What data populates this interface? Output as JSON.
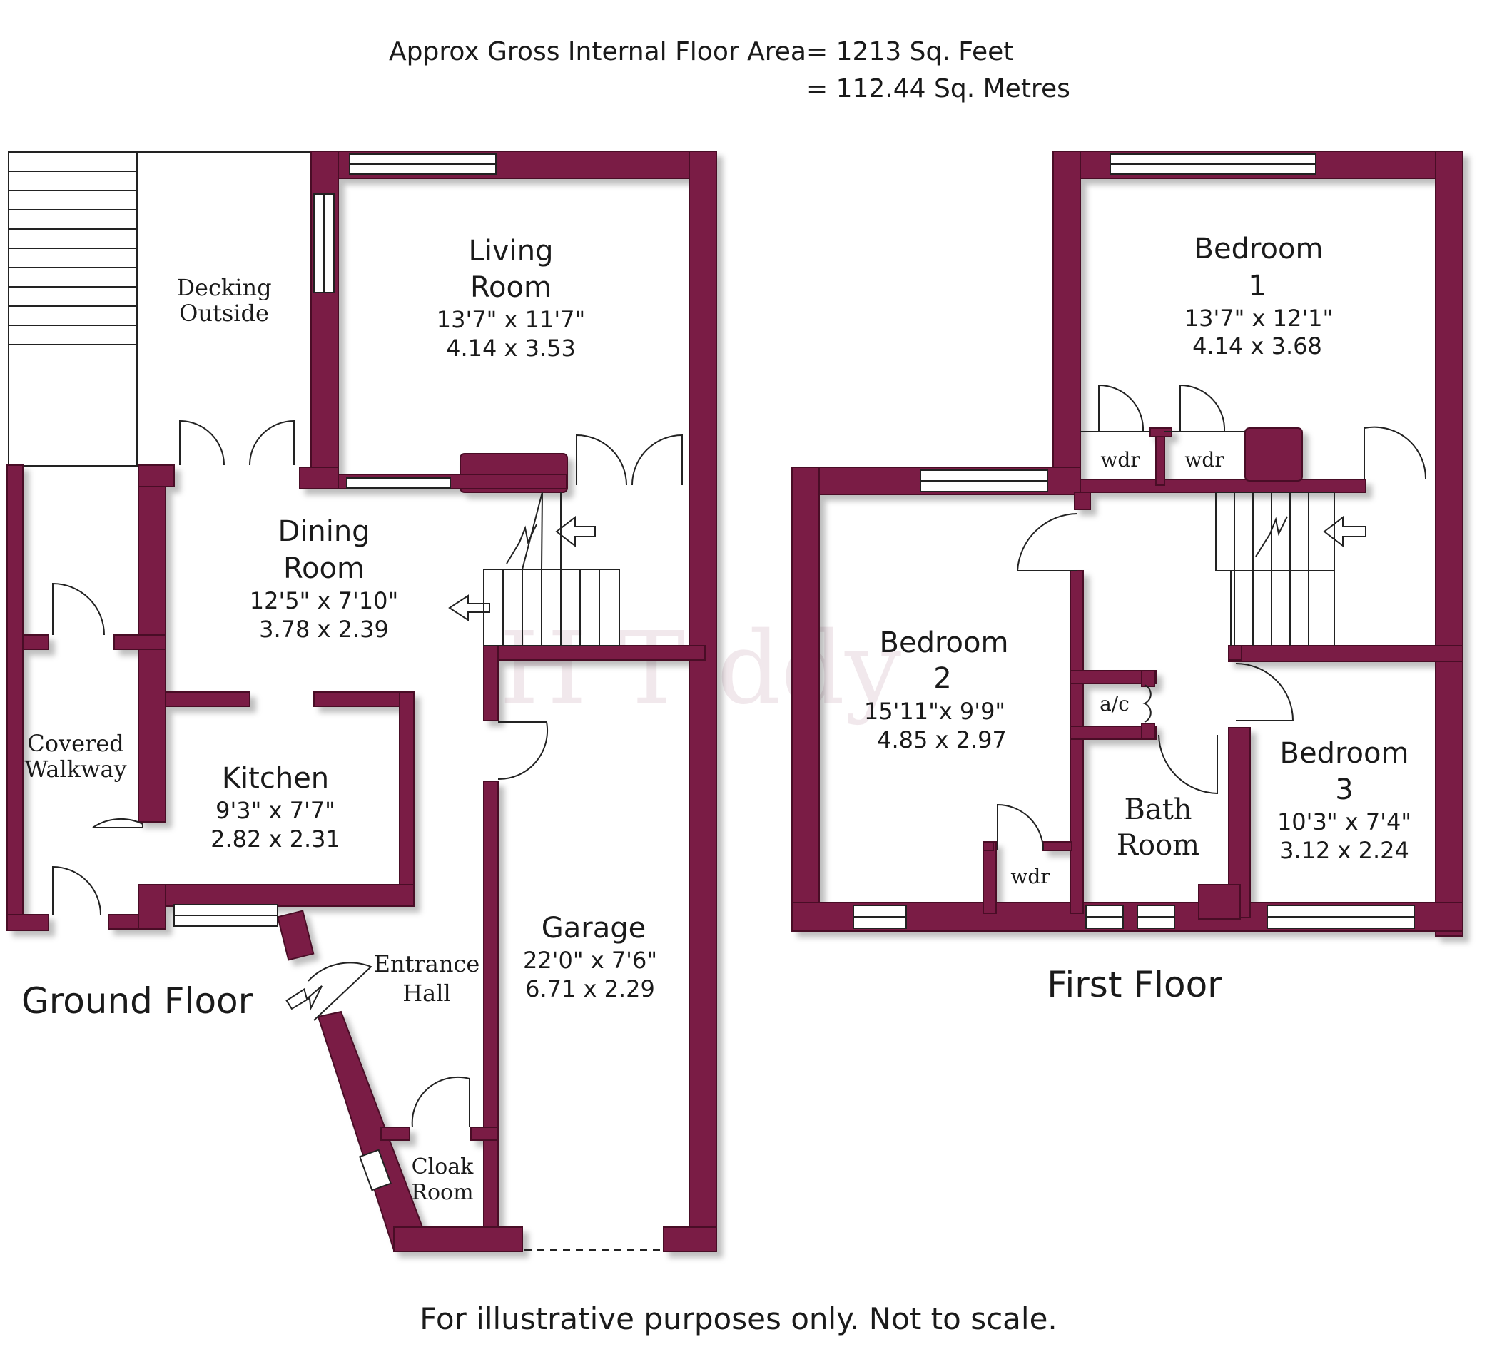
{
  "header": {
    "area_label": "Approx Gross Internal Floor Area",
    "area_sqft": "=  1213  Sq. Feet",
    "area_sqm": "=  112.44  Sq. Metres"
  },
  "footer": {
    "disclaimer": "For illustrative purposes only. Not to scale."
  },
  "watermark": "H Tiddy",
  "colors": {
    "wall": "#7a1f45",
    "wall_shadow": "#4a0f28"
  },
  "ground_floor": {
    "title": "Ground Floor",
    "decking": [
      "Decking",
      "Outside"
    ],
    "walkway": [
      "Covered",
      "Walkway"
    ],
    "living_room": {
      "name": [
        "Living",
        "Room"
      ],
      "imperial": "13'7\"  x  11'7\"",
      "metric": "4.14  x  3.53"
    },
    "dining_room": {
      "name": [
        "Dining",
        "Room"
      ],
      "imperial": "12'5\"  x  7'10\"",
      "metric": "3.78  x  2.39"
    },
    "kitchen": {
      "name": [
        "Kitchen"
      ],
      "imperial": "9'3\"  x  7'7\"",
      "metric": "2.82  x  2.31"
    },
    "garage": {
      "name": [
        "Garage"
      ],
      "imperial": "22'0\"  x  7'6\"",
      "metric": "6.71  x  2.29"
    },
    "entrance_hall": [
      "Entrance",
      "Hall"
    ],
    "cloak_room": [
      "Cloak",
      "Room"
    ]
  },
  "first_floor": {
    "title": "First Floor",
    "bedroom1": {
      "name": [
        "Bedroom",
        "1"
      ],
      "imperial": "13'7\"  x  12'1\"",
      "metric": "4.14  x  3.68"
    },
    "bedroom2": {
      "name": [
        "Bedroom",
        "2"
      ],
      "imperial": "15'11\"x  9'9\"",
      "metric": "4.85  x  2.97"
    },
    "bedroom3": {
      "name": [
        "Bedroom",
        "3"
      ],
      "imperial": "10'3\"  x  7'4\"",
      "metric": "3.12  x  2.24"
    },
    "bathroom": [
      "Bath",
      "Room"
    ],
    "wardrobe": "wdr",
    "airing_cupboard": "a/c"
  }
}
